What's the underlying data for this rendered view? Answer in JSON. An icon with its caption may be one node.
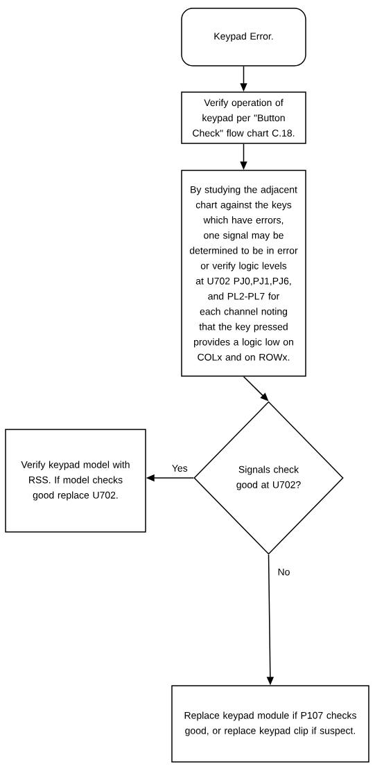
{
  "diagram": {
    "nodes": [
      {
        "text": [
          "Keypad Error."
        ]
      },
      {
        "text": [
          "Verify operation of keypad per \"Button Check\" flow chart C.18."
        ]
      },
      {
        "text": [
          "By studying the adjacent chart against the keys which have errors, one signal may be determined to be in error or verify logic levels at U702 PJ0,PJ1,PJ6, and PL2-PL7 for each channel noting that the key pressed provides a logic low on COLx and on ROWx."
        ]
      },
      {
        "text": [
          "Signals check good at U702?"
        ]
      },
      {
        "text": [
          "Verify keypad model with RSS. If model checks good replace U702."
        ]
      },
      {
        "text": [
          "Replace keypad module if P107 checks good, or replace keypad clip if suspect."
        ]
      }
    ],
    "edges": [
      {
        "from": 0,
        "to": 1,
        "arrow": "to"
      },
      {
        "from": 1,
        "to": 2,
        "arrow": "to"
      },
      {
        "from": 2,
        "to": 3,
        "arrow": "to"
      },
      {
        "from": 3,
        "to": 4,
        "arrow": "to",
        "label": "Yes"
      },
      {
        "from": 3,
        "to": 5,
        "arrow": "to",
        "label": "No"
      }
    ]
  }
}
